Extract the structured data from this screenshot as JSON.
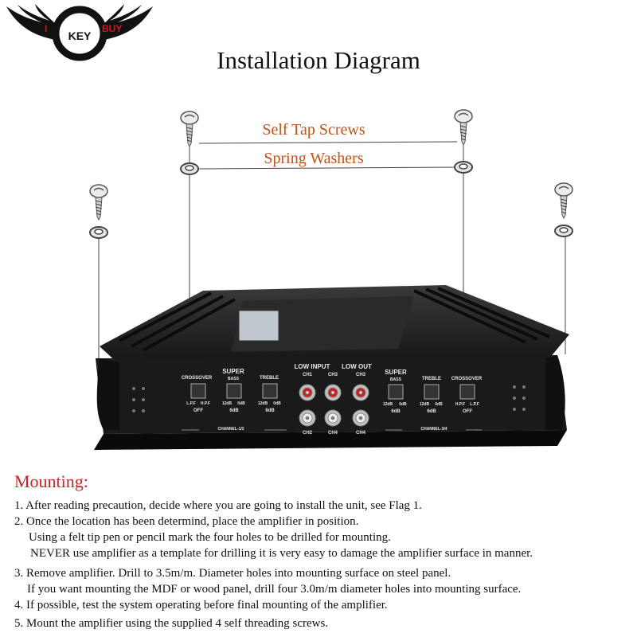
{
  "logo": {
    "left_text": "I",
    "center_text": "KEY",
    "right_text": "BUY"
  },
  "title": "Installation Diagram",
  "labels": {
    "screws": "Self Tap Screws",
    "washers": "Spring Washers"
  },
  "amplifier": {
    "left_panel": {
      "crossover": "CROSSOVER",
      "crossover_lpf": "L.P.F",
      "crossover_hpf": "H.P.F",
      "crossover_off": "OFF",
      "super": "SUPER",
      "bass": "BASS",
      "bass_12db": "12dB",
      "bass_0db": "0dB",
      "bass_6db": "6dB",
      "treble": "TREBLE",
      "treble_12db": "12dB",
      "treble_0db": "0dB",
      "treble_6db": "6dB",
      "channel": "CHANNEL-1/2"
    },
    "center_panel": {
      "low_input": "LOW INPUT",
      "low_out": "LOW OUT",
      "ch1_top": "CH1",
      "ch3_top": "CH3",
      "ch3_top2": "CH3",
      "ch2": "CH2",
      "ch4": "CH4",
      "ch4_b": "CH4"
    },
    "right_panel": {
      "super": "SUPER",
      "bass": "BASS",
      "bass_12db": "12dB",
      "bass_0db": "0dB",
      "bass_6db": "6dB",
      "treble": "TREBLE",
      "treble_12db": "12dB",
      "treble_0db": "0dB",
      "treble_6db": "6dB",
      "crossover": "CROSSOVER",
      "crossover_hpf": "H.P.F",
      "crossover_lpf": "L.P.F",
      "crossover_off": "OFF",
      "channel": "CHANNEL-3/4"
    }
  },
  "mounting": {
    "heading": "Mounting:",
    "steps": [
      {
        "line1": "1. After reading precaution, decide where you are going to install the unit, see Flag 1."
      },
      {
        "line1": "2. Once the location has been determind, place the amplifier in position.",
        "line2": "Using a felt tip pen or pencil mark the four holes to be drilled for mounting.",
        "line3": "NEVER use amplifier as a template for drilling it is very easy to damage the amplifier surface in manner."
      },
      {
        "line1": "3. Remove amplifier. Drill to 3.5m/m. Diameter holes into mounting surface on steel panel.",
        "line2": "If you want mounting the MDF or wood panel, drill four 3.0m/m diameter holes into mounting surface."
      },
      {
        "line1": "4. If possible, test the system operating before final mounting of the amplifier."
      },
      {
        "line1": "5. Mount the amplifier using the supplied 4 self threading screws."
      }
    ]
  },
  "colors": {
    "heading": "#cc2222",
    "label_orange": "#c0521a",
    "logo_red": "#d01818",
    "amp_body": "#1c1c1c"
  }
}
